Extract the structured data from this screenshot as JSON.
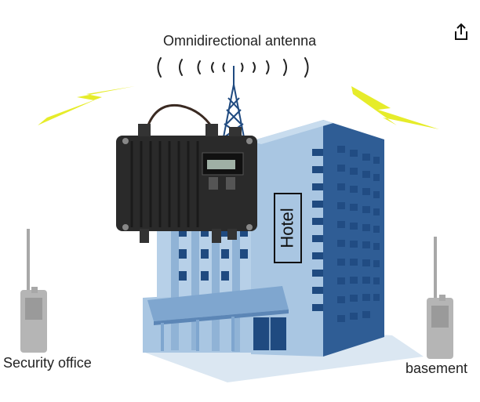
{
  "labels": {
    "antenna": "Omnidirectional antenna",
    "security_office": "Security office",
    "basement": "basement",
    "hotel": "Hotel"
  },
  "icons": {
    "share": "share-icon"
  },
  "colors": {
    "building_light": "#a9c6e2",
    "building_mid": "#7fa6cf",
    "building_dark": "#2f5d95",
    "window": "#1f4a80",
    "radio": "#a8a8a8",
    "lightning": "#e6ec2a",
    "repeater": "#2a2a2a"
  }
}
